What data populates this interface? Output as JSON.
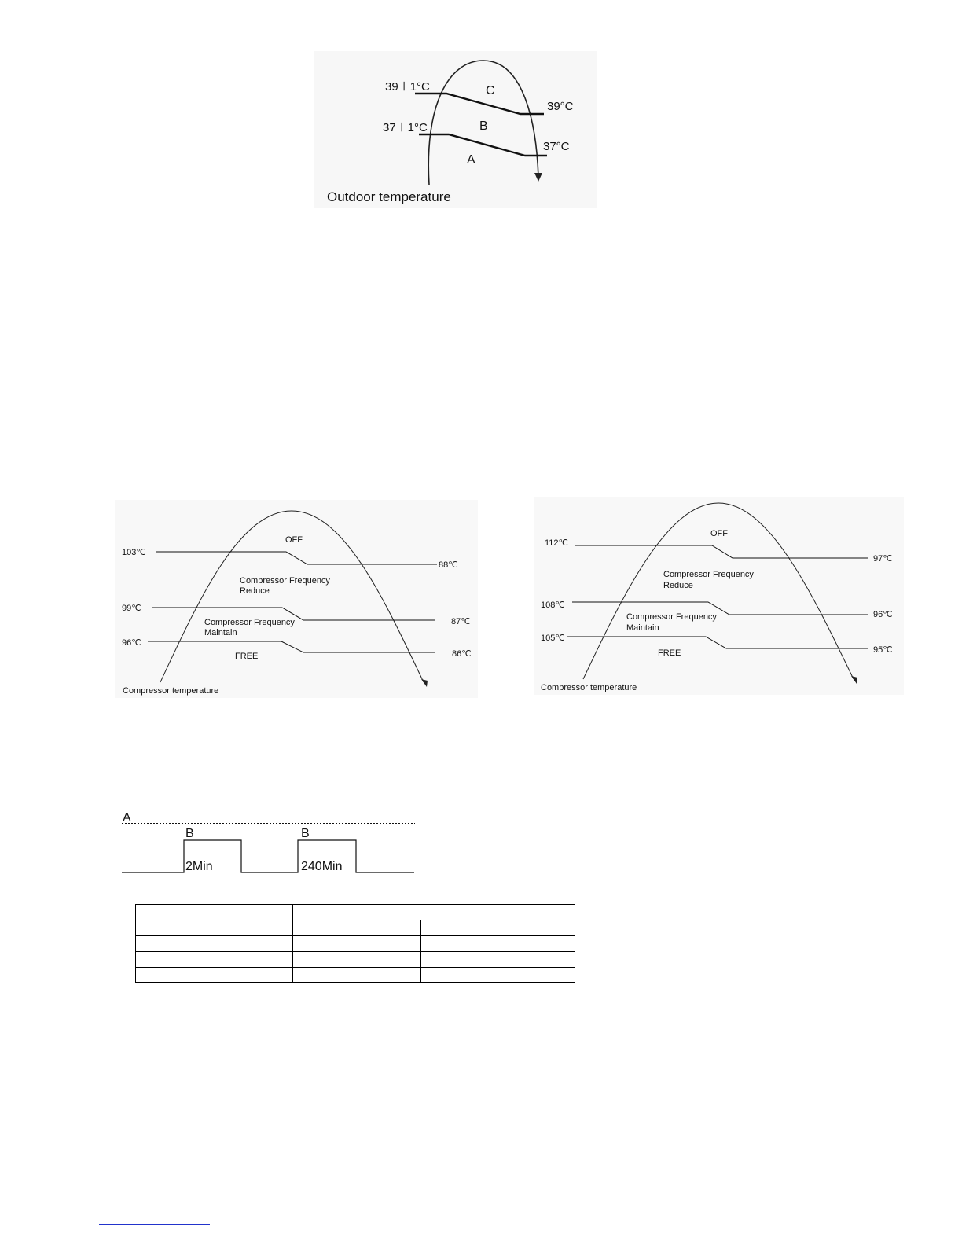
{
  "outdoor_diagram": {
    "upper_left_label": "39＋1°C",
    "upper_right_label": "39°C",
    "lower_left_label": "37＋1°C",
    "lower_right_label": "37°C",
    "zone_c": "C",
    "zone_b": "B",
    "zone_a": "A",
    "axis_label": "Outdoor temperature"
  },
  "compressor_left": {
    "off": "OFF",
    "reduce_line1": "Compressor Frequency",
    "reduce_line2": "Reduce",
    "maintain_line1": "Compressor Frequency",
    "maintain_line2": "Maintain",
    "free": "FREE",
    "high_left": "103℃",
    "high_right": "88℃",
    "mid_left": "99℃",
    "mid_right": "87℃",
    "low_left": "96℃",
    "low_right": "86℃",
    "axis_label": "Compressor temperature"
  },
  "compressor_right": {
    "off": "OFF",
    "reduce_line1": "Compressor Frequency",
    "reduce_line2": "Reduce",
    "maintain_line1": "Compressor Frequency",
    "maintain_line2": "Maintain",
    "free": "FREE",
    "high_left": "112℃",
    "high_right": "97℃",
    "mid_left": "108℃",
    "mid_right": "96℃",
    "low_left": "105℃",
    "low_right": "95℃",
    "axis_label": "Compressor temperature"
  },
  "timing_diagram": {
    "line_a": "A",
    "pulse1_label": "B",
    "pulse1_duration": "2Min",
    "pulse2_label": "B",
    "pulse2_duration": "240Min"
  },
  "table": {
    "rows": 5,
    "columns": 3
  }
}
